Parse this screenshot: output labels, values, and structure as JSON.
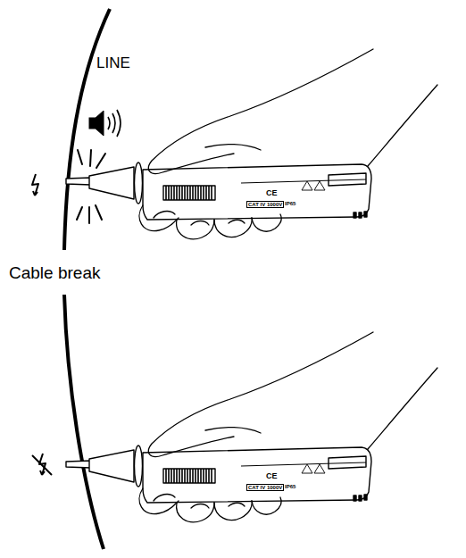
{
  "diagram": {
    "labels": [
      "LINE",
      "Cable break",
      "CE",
      "CAT IV 1000V",
      "IP65",
      "CE",
      "CAT IV 1000V",
      "IP65"
    ]
  }
}
